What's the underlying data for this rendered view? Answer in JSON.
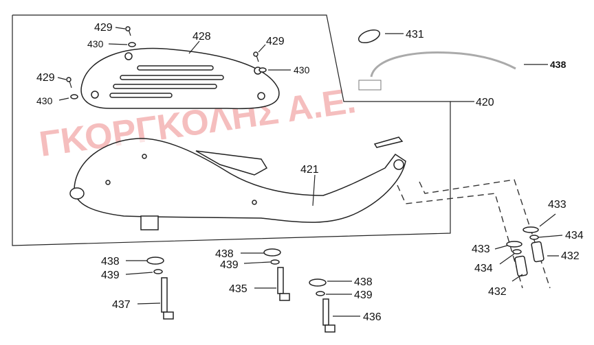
{
  "diagram": {
    "watermark": "ΓΚΟΡΓΚΟΛΗΣ Α.Ε.",
    "labels": {
      "heat_shield": "428",
      "screw_top": "429",
      "washer_top": "430",
      "screw_right": "429",
      "washer_right": "430",
      "screw_left": "429",
      "washer_left": "430",
      "gasket": "431",
      "sensor": "438",
      "exhaust_assy": "420",
      "muffler": "421",
      "washer_433_right": "433",
      "washer_434_right": "434",
      "bush_432_right": "432",
      "washer_433_left": "433",
      "washer_434_left": "434",
      "bush_432_left": "432",
      "washer_438_a": "438",
      "washer_439_a": "439",
      "bolt_437": "437",
      "washer_438_b": "438",
      "washer_439_b": "439",
      "bolt_435": "435",
      "washer_438_c": "438",
      "washer_439_c": "439",
      "bolt_436": "436"
    }
  }
}
